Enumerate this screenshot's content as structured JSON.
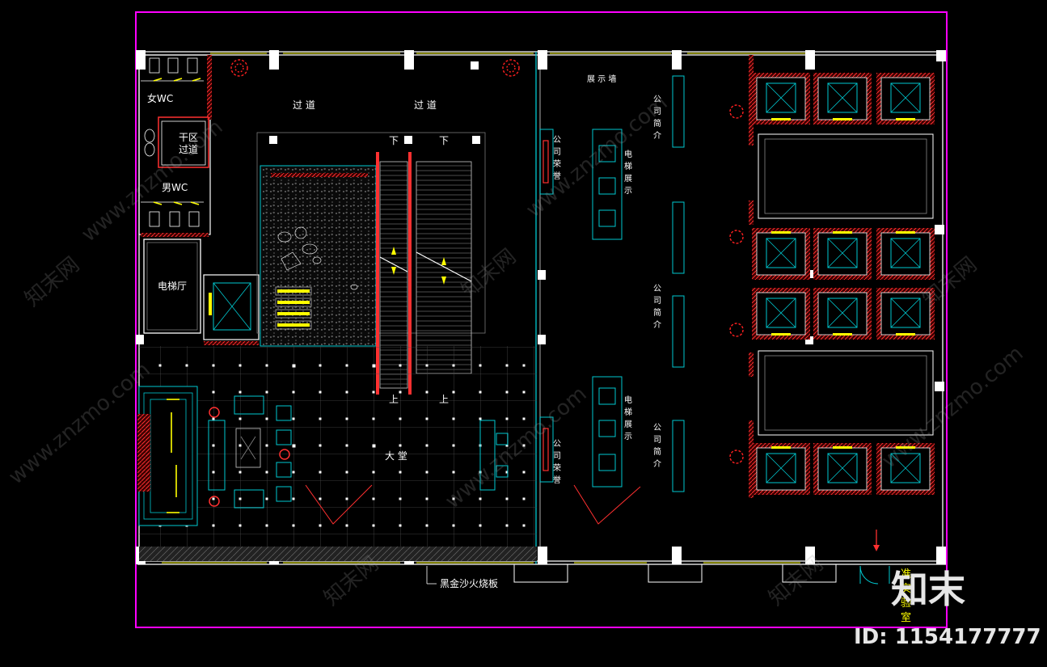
{
  "labels": {
    "women_wc": "女WC",
    "men_wc": "男WC",
    "dry_passage": [
      "干区",
      "过道"
    ],
    "elevator_hall": "电梯厅",
    "passage_1": "过 道",
    "passage_2": "过 道",
    "down_1": "下",
    "down_2": "下",
    "up_1": "上",
    "up_2": "上",
    "lobby": "大 堂",
    "display_wall": "展 示 墙",
    "company_honor_top": [
      "公",
      "司",
      "荣",
      "誉"
    ],
    "company_honor_bottom": [
      "公",
      "司",
      "荣",
      "誉"
    ],
    "company_intro_1": [
      "公",
      "司",
      "简",
      "介"
    ],
    "company_intro_2": [
      "公",
      "司",
      "简",
      "介"
    ],
    "company_intro_3": [
      "公",
      "司",
      "简",
      "介"
    ],
    "elevator_display_1": [
      "电",
      "梯",
      "展",
      "示"
    ],
    "elevator_display_2": [
      "电",
      "梯",
      "展",
      "示"
    ],
    "floor_material": "黑金沙火烧板",
    "lab": [
      "准",
      "实",
      "验",
      "室"
    ]
  },
  "watermark": {
    "site": "www.znzmo.com",
    "brand": "知末网",
    "logo_text": "知末",
    "id_text": "ID: 1154177777"
  },
  "colors": {
    "frame": "#ff00ff",
    "wall": "#ffffff",
    "hatch": "#ff3030",
    "cyan": "#00c8d0",
    "yellow": "#ffff00",
    "grid": "#5a5a5a"
  }
}
